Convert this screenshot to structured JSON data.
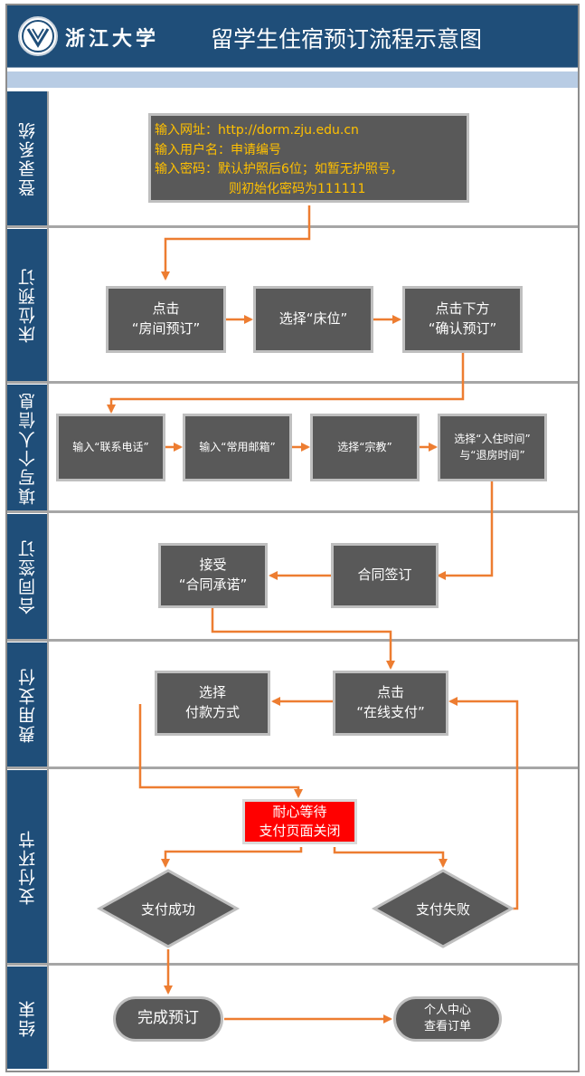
{
  "header": {
    "logo_text": "浙江大学",
    "title": "留学生住宿预订流程示意图"
  },
  "lanes": [
    {
      "label": "登录系统"
    },
    {
      "label": "床位预订"
    },
    {
      "label": "填写个人信息"
    },
    {
      "label": "合同签订"
    },
    {
      "label": "费用支付"
    },
    {
      "label": "支付环节"
    },
    {
      "label": "结束"
    }
  ],
  "login": {
    "line1": "输入网址：http://dorm.zju.edu.cn",
    "line2": "输入用户名：申请编号",
    "line3": "输入密码：默认护照后6位；如暂无护照号，",
    "line4": "则初始化密码为111111"
  },
  "booking": {
    "click_room": {
      "line1": "点击",
      "line2": "“房间预订”"
    },
    "select_bed": "选择“床位”",
    "confirm": {
      "line1": "点击下方",
      "line2": "“确认预订”"
    }
  },
  "info": {
    "phone": "输入“联系电话”",
    "email": "输入“常用邮箱”",
    "religion": "选择“宗教”",
    "dates": {
      "line1": "选择“入住时间”",
      "line2": "与“退房时间”"
    }
  },
  "contract": {
    "sign": "合同签订",
    "accept": {
      "line1": "接受",
      "line2": "“合同承诺”"
    }
  },
  "payment": {
    "method": {
      "line1": "选择",
      "line2": "付款方式"
    },
    "online": {
      "line1": "点击",
      "line2": "“在线支付”"
    }
  },
  "pay_step": {
    "wait": {
      "line1": "耐心等待",
      "line2": "支付页面关闭"
    },
    "success": "支付成功",
    "fail": "支付失败"
  },
  "end": {
    "complete": "完成预订",
    "center": {
      "line1": "个人中心",
      "line2": "查看订单"
    }
  },
  "colors": {
    "header_bg": "#1f4e79",
    "box_bg": "#595959",
    "arrow": "#ed7d31",
    "login_text": "#ffc000",
    "wait_bg": "#ff0000"
  }
}
